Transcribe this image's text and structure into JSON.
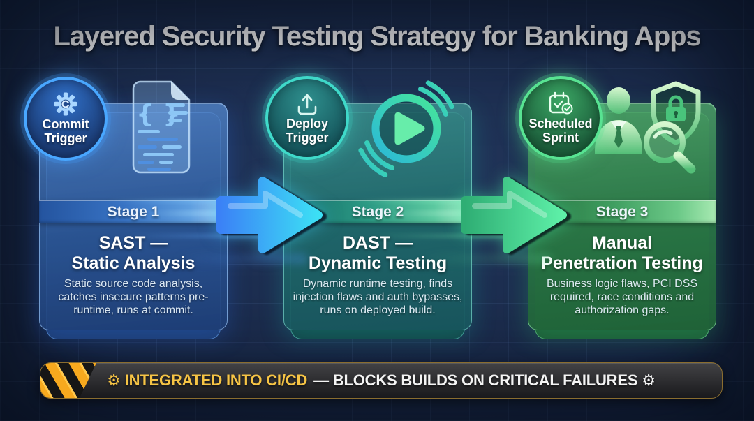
{
  "title": "Layered Security Testing Strategy for Banking Apps",
  "stages": [
    {
      "badge_label": "Commit Trigger",
      "badge_icon": "gear-icon",
      "art_icon": "code-document-icon",
      "stage_label": "Stage 1",
      "title_line1": "SAST —",
      "title_line2": "Static Analysis",
      "description": "Static source code analysis, catches insecure patterns pre-runtime, runs at commit.",
      "accent": "#49a7ff"
    },
    {
      "badge_label": "Deploy Trigger",
      "badge_icon": "upload-icon",
      "art_icon": "play-button-icon",
      "stage_label": "Stage 2",
      "title_line1": "DAST —",
      "title_line2": "Dynamic Testing",
      "description": "Dynamic runtime testing, finds injection flaws and auth bypasses, runs on deployed build.",
      "accent": "#3fd9c9"
    },
    {
      "badge_label": "Scheduled Sprint",
      "badge_icon": "calendar-check-icon",
      "art_icon": "analyst-shield-magnifier-icon",
      "stage_label": "Stage 3",
      "title_line1": "Manual",
      "title_line2": "Penetration Testing",
      "description": "Business logic flaws, PCI DSS required, race conditions and authorization gaps.",
      "accent": "#58e392"
    }
  ],
  "footer": {
    "highlight": "⚙ INTEGRATED INTO CI/CD",
    "rest": "— BLOCKS BUILDS ON CRITICAL FAILURES ⚙",
    "highlight_color": "#f6c445",
    "hazard_orange": "#f7a91e"
  }
}
